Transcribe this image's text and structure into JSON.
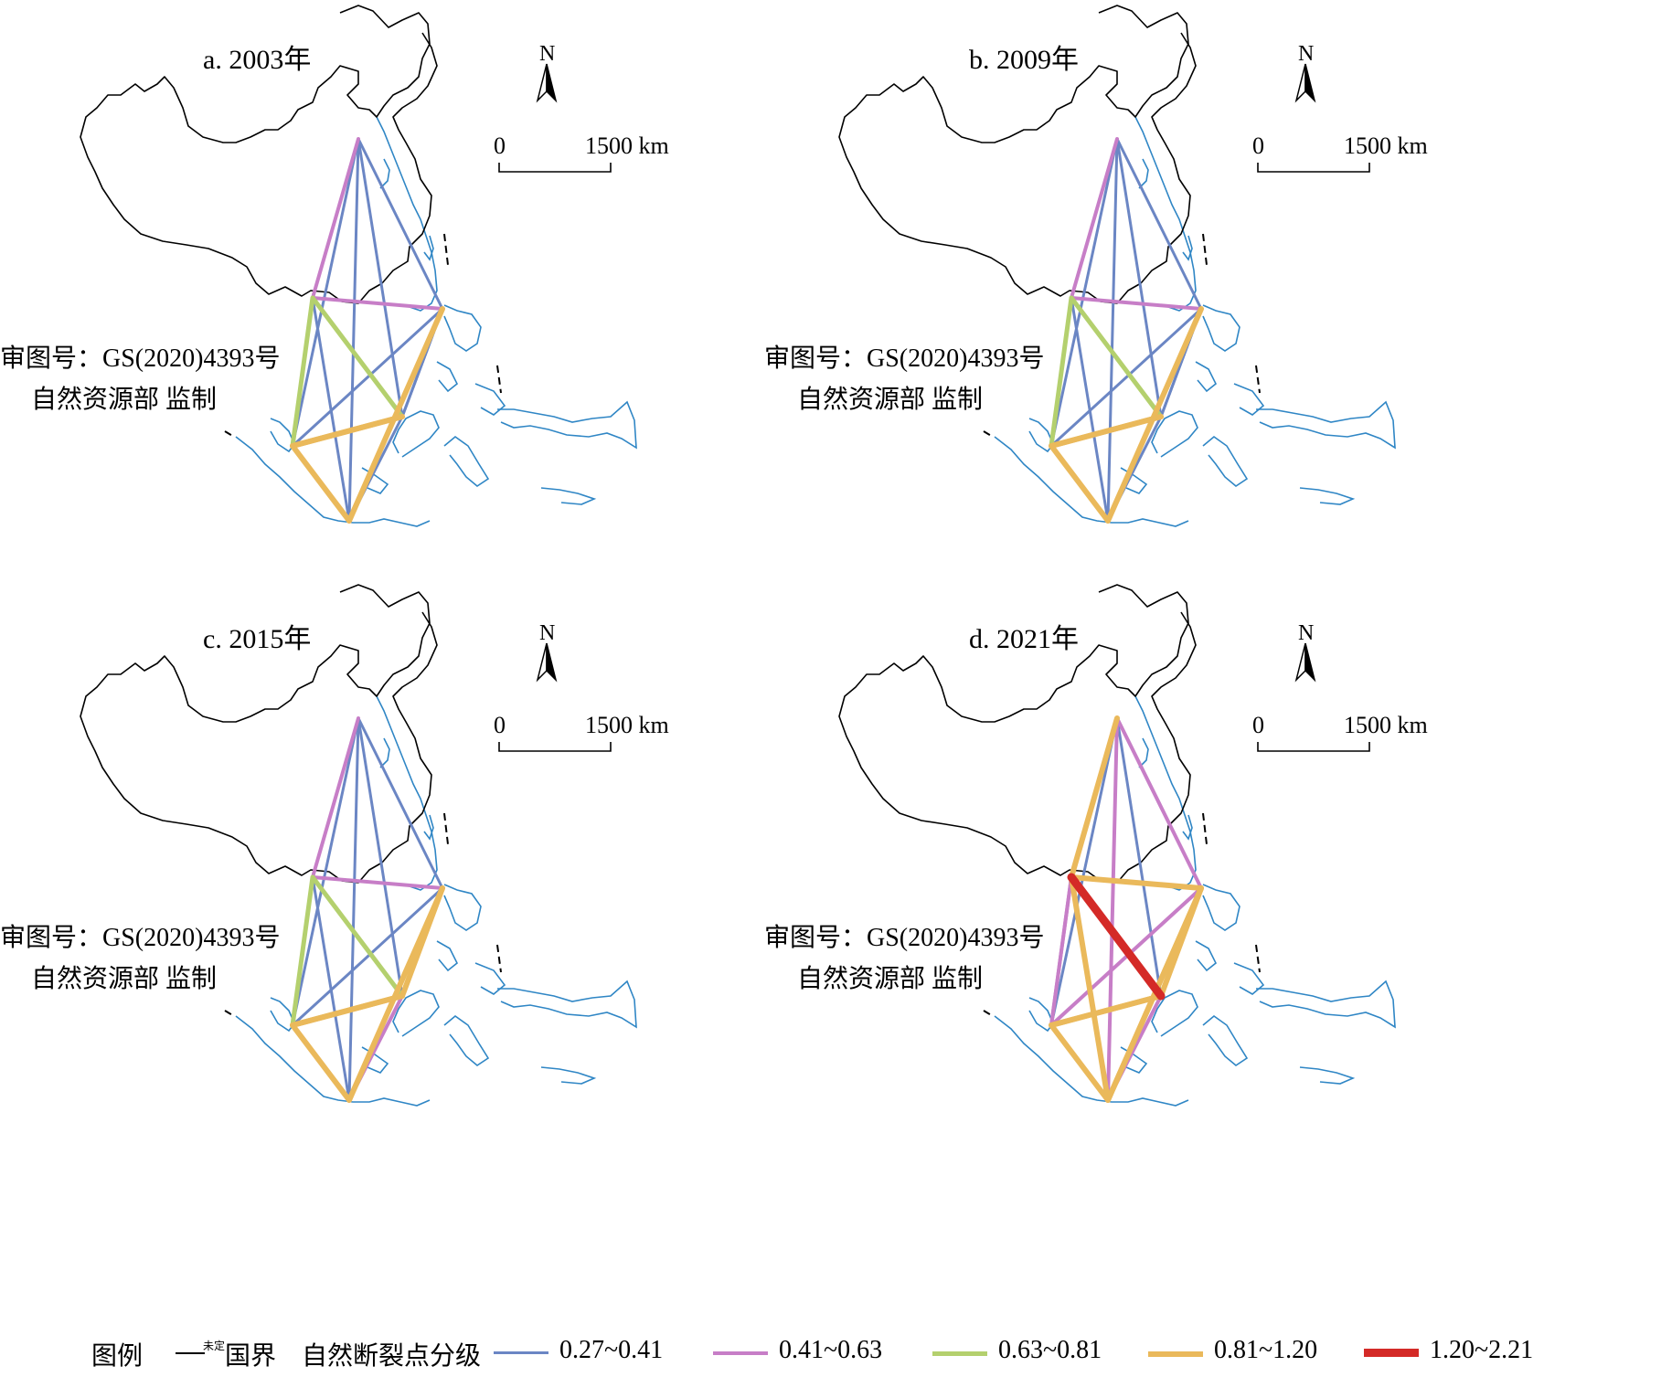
{
  "panels": [
    {
      "id": "a",
      "title": "a. 2003年",
      "links": [
        2,
        1,
        1,
        1,
        1,
        2,
        1,
        2,
        1,
        1,
        1,
        3,
        3,
        3,
        4,
        1,
        4,
        4,
        2,
        4,
        1
      ]
    },
    {
      "id": "b",
      "title": "b. 2009年",
      "links": [
        2,
        1,
        1,
        1,
        1,
        2,
        1,
        2,
        1,
        1,
        1,
        3,
        3,
        3,
        4,
        1,
        4,
        4,
        2,
        4,
        1
      ]
    },
    {
      "id": "c",
      "title": "c. 2015年",
      "links": [
        2,
        1,
        1,
        1,
        1,
        2,
        1,
        2,
        1,
        1,
        1,
        3,
        3,
        3,
        4,
        2,
        4,
        4,
        2,
        4,
        4
      ]
    },
    {
      "id": "d",
      "title": "d. 2021年",
      "links": [
        4,
        1,
        1,
        2,
        2,
        4,
        5,
        2,
        4,
        2,
        2,
        4,
        3,
        2,
        4,
        2,
        4,
        4,
        4,
        4,
        4
      ]
    }
  ],
  "north_label": "N",
  "scale": {
    "zero": "0",
    "dist": "1500 km"
  },
  "approval": {
    "line1": "审图号：GS(2020)4393号",
    "line2": "自然资源部  监制"
  },
  "legend": {
    "title": "图例",
    "undetermined": "未定",
    "border_label": "国界",
    "classification": "自然断裂点分级",
    "classes": [
      {
        "label": "0.27~0.41",
        "color": "#6b86c4",
        "width": 3
      },
      {
        "label": "0.41~0.63",
        "color": "#c77ec7",
        "width": 4
      },
      {
        "label": "0.63~0.81",
        "color": "#b4d06e",
        "width": 5
      },
      {
        "label": "0.81~1.20",
        "color": "#eab95b",
        "width": 6
      },
      {
        "label": "1.20~2.21",
        "color": "#d42a27",
        "width": 9
      }
    ]
  },
  "colors": {
    "china_outline": "#000000",
    "sea_coast": "#2f86c5"
  }
}
